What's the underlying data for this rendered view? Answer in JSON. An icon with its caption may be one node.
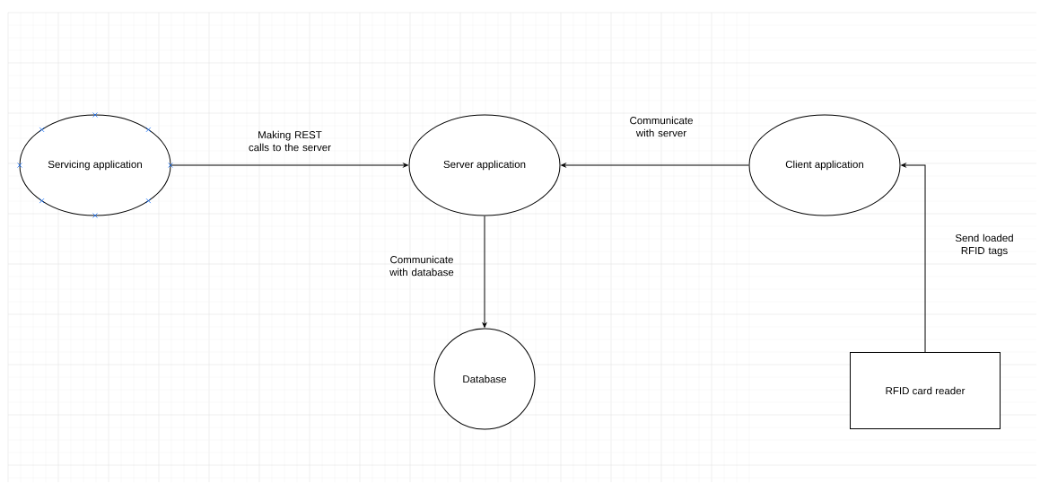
{
  "diagram": {
    "nodes": [
      {
        "text": [
          "Servicing application"
        ]
      },
      {
        "text": [
          "Server application"
        ]
      },
      {
        "text": [
          "Client application"
        ]
      },
      {
        "text": [
          "Database"
        ]
      },
      {
        "text": [
          "RFID card reader"
        ]
      }
    ],
    "edges": [
      {
        "from": 0,
        "to": 1,
        "arrow": "to",
        "label": "Making REST calls to the server"
      },
      {
        "from": 2,
        "to": 1,
        "arrow": "to",
        "label": "Communicate with server"
      },
      {
        "from": 1,
        "to": 3,
        "arrow": "to",
        "label": "Communicate with database"
      },
      {
        "from": 4,
        "to": 2,
        "arrow": "to",
        "label": "Send loaded RFID tags"
      }
    ]
  }
}
